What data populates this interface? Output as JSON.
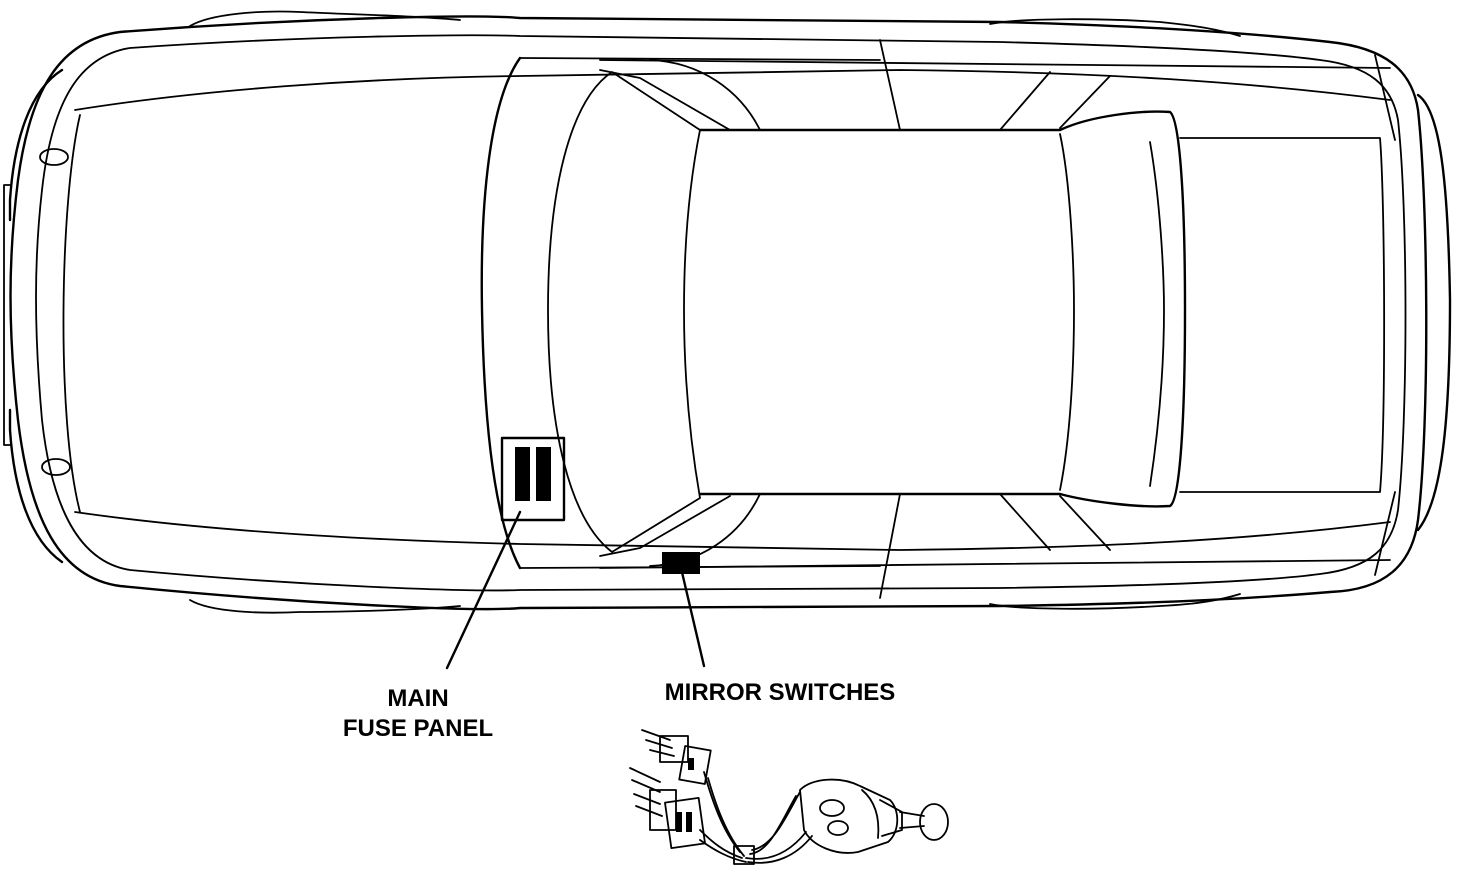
{
  "callouts": {
    "fuse_panel": {
      "line1": "MAIN",
      "line2": "FUSE PANEL"
    },
    "mirror_switches": {
      "label": "MIRROR SWITCHES"
    }
  },
  "colors": {
    "ink": "#000000",
    "paper": "#ffffff"
  },
  "icons": [
    "car-top-view",
    "fuse-panel-marker",
    "mirror-switch-marker",
    "mirror-switch-assembly"
  ]
}
